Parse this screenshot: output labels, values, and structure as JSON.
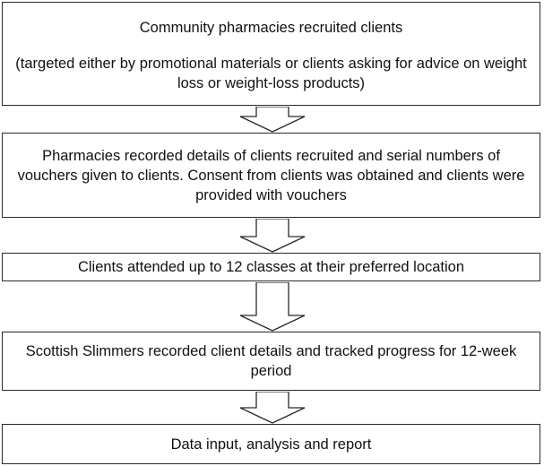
{
  "flowchart": {
    "steps": [
      {
        "text": "Community pharmacies recruited clients",
        "detail": "(targeted either by promotional materials or clients asking for advice on weight loss or weight-loss products)"
      },
      {
        "text": "Pharmacies recorded details of clients recruited and serial numbers of vouchers given to clients. Consent from clients was obtained and clients were provided with vouchers"
      },
      {
        "text": "Clients attended up to 12 classes at their preferred location"
      },
      {
        "text": "Scottish Slimmers recorded client details and tracked progress for 12-week period"
      },
      {
        "text": "Data input, analysis and report"
      }
    ],
    "colors": {
      "border": "#2a2a2a",
      "background": "#ffffff",
      "text": "#111111"
    }
  }
}
